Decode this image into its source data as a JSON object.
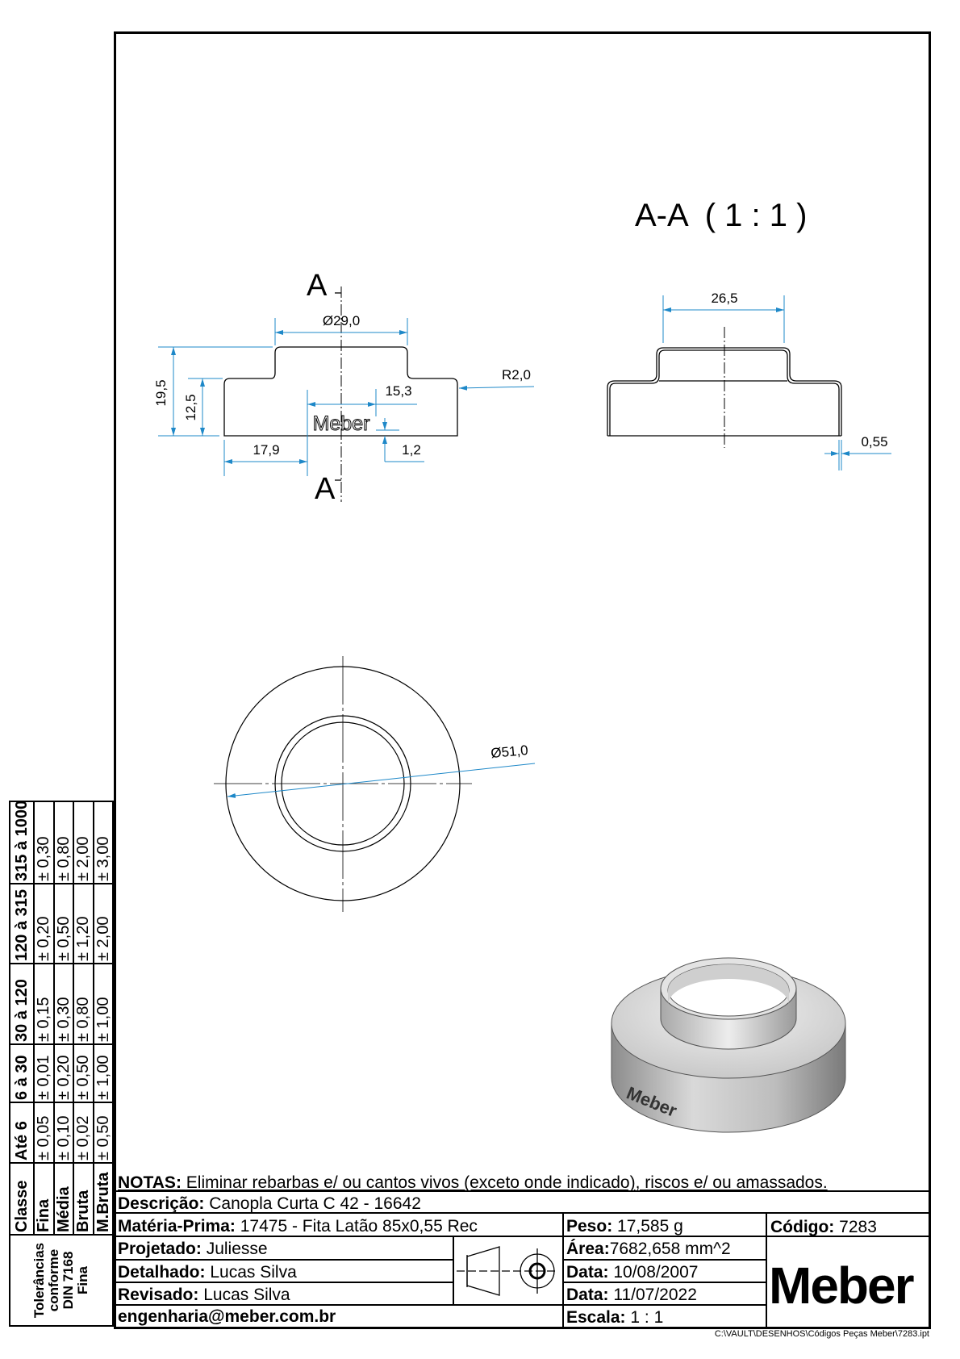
{
  "views": {
    "section_marker_top": "A",
    "section_marker_bottom": "A",
    "section_title": "A-A  ( 1 : 1 )",
    "front": {
      "dia_top": "Ø29,0",
      "height_total": "19,5",
      "height_flange": "12,5",
      "logo_pos_x": "15,3",
      "logo_offset_x": "17,9",
      "logo_depth": "1,2",
      "radius": "R2,0",
      "embossed_logo": "Meber"
    },
    "section": {
      "inner_width": "26,5",
      "thickness": "0,55"
    },
    "top": {
      "outer_dia": "Ø51,0"
    },
    "iso": {
      "logo": "Meber"
    }
  },
  "tolerances": {
    "side_label": [
      "Tolerâncias",
      "conforme",
      "DIN 7168",
      "Fina"
    ],
    "header": [
      "Classe",
      "Até 6",
      "6 à 30",
      "30 à 120",
      "120 à 315",
      "315 à 1000"
    ],
    "rows": [
      [
        "Fina",
        "± 0,05",
        "± 0,01",
        "± 0,15",
        "± 0,20",
        "± 0,30"
      ],
      [
        "Média",
        "± 0,10",
        "± 0,20",
        "± 0,30",
        "± 0,50",
        "± 0,80"
      ],
      [
        "Bruta",
        "± 0,02",
        "± 0,50",
        "± 0,80",
        "± 1,20",
        "± 2,00"
      ],
      [
        "M.Bruta",
        "± 0,50",
        "± 1,00",
        "± 1,00",
        "± 2,00",
        "± 3,00"
      ]
    ]
  },
  "title_block": {
    "notes_label": "NOTAS:",
    "notes": "Eliminar rebarbas e/ ou cantos vivos (exceto onde indicado), riscos e/ ou amassados.",
    "descricao_label": "Descrição:",
    "descricao": "Canopla Curta C 42 - 16642",
    "materia_label": "Matéria-Prima:",
    "materia": "17475 - Fita Latão 85x0,55 Rec",
    "peso_label": "Peso:",
    "peso": "17,585 g",
    "codigo_label": "Código:",
    "codigo": "7283",
    "projetado_label": "Projetado:",
    "projetado": "Juliesse",
    "area_label": "Área:",
    "area": "7682,658 mm^2",
    "detalhado_label": "Detalhado:",
    "detalhado": "Lucas Silva",
    "data1_label": "Data:",
    "data1": "10/08/2007",
    "revisado_label": "Revisado:",
    "revisado": "Lucas Silva",
    "data2_label": "Data:",
    "data2": "11/07/2022",
    "email": "engenharia@meber.com.br",
    "escala_label": "Escala:",
    "escala": "1 : 1",
    "logo": "Meber"
  },
  "file_path": "C:\\VAULT\\DESENHOS\\Códigos Peças Meber\\7283.ipt",
  "colors": {
    "dimension": "#1e88c8",
    "line": "#000000"
  }
}
